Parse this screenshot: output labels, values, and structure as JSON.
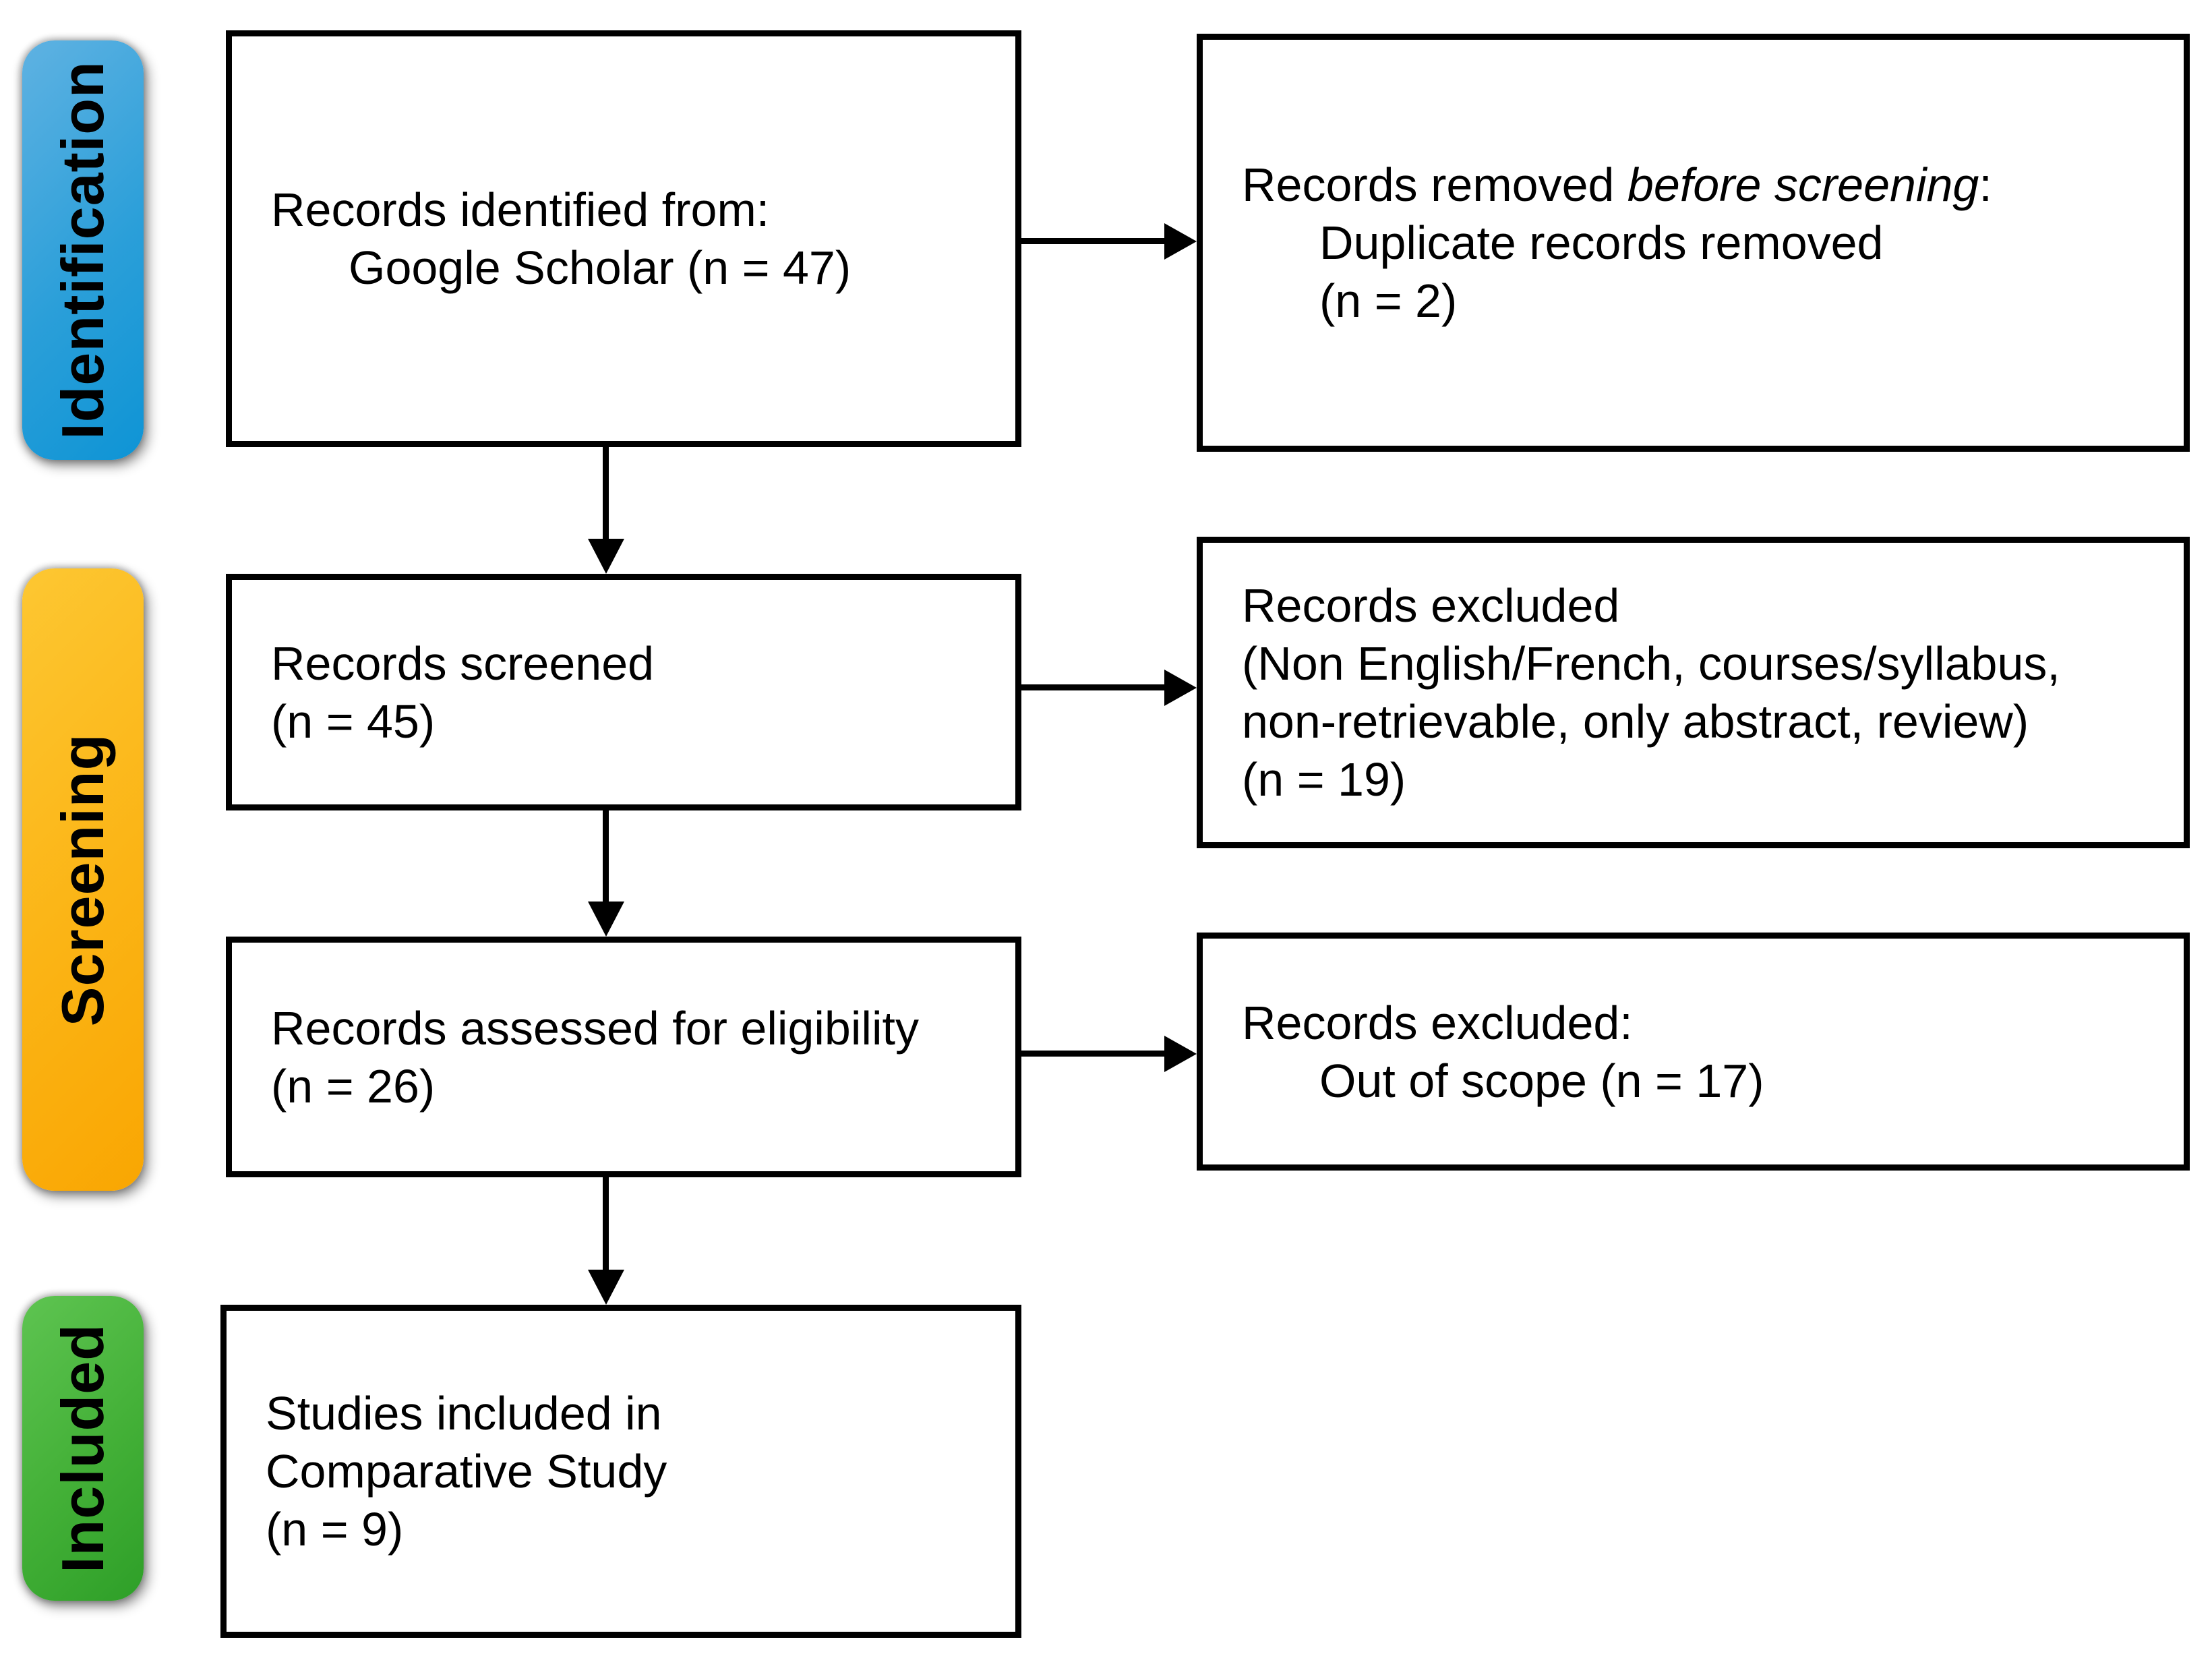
{
  "sidebar": {
    "items": [
      {
        "id": "identification",
        "label": "Identification",
        "gradient_start": "#5FB2E2",
        "gradient_end": "#0E94D5"
      },
      {
        "id": "screening",
        "label": "Screening",
        "gradient_start": "#FDC732",
        "gradient_end": "#F9A602"
      },
      {
        "id": "included",
        "label": "Included",
        "gradient_start": "#5EC451",
        "gradient_end": "#2E9F28"
      }
    ]
  },
  "boxes": {
    "identified": {
      "line1": "Records identified from:",
      "line2": "Google Scholar (n = 47)"
    },
    "removed": {
      "line1_prefix": "Records removed ",
      "line1_italic": "before screening",
      "line1_suffix": ":",
      "line2": "Duplicate records removed",
      "line3": "(n = 2)"
    },
    "screened": {
      "line1": "Records screened",
      "line2": "(n = 45)"
    },
    "excluded_screening": {
      "line1": "Records excluded",
      "line2": "(Non English/French, courses/syllabus,",
      "line3": "non-retrievable, only abstract, review)",
      "line4": "(n = 19)"
    },
    "assessed": {
      "line1": "Records assessed for eligibility",
      "line2": "(n = 26)"
    },
    "excluded_eligibility": {
      "line1": "Records excluded:",
      "line2": "Out of scope (n = 17)"
    },
    "included_studies": {
      "line1": "Studies included in",
      "line2": "Comparative Study",
      "line3": "(n = 9)"
    }
  },
  "colors": {
    "box_border": "#000000",
    "box_fill": "#ffffff",
    "text": "#000000",
    "arrow": "#000000",
    "background": "#ffffff"
  }
}
